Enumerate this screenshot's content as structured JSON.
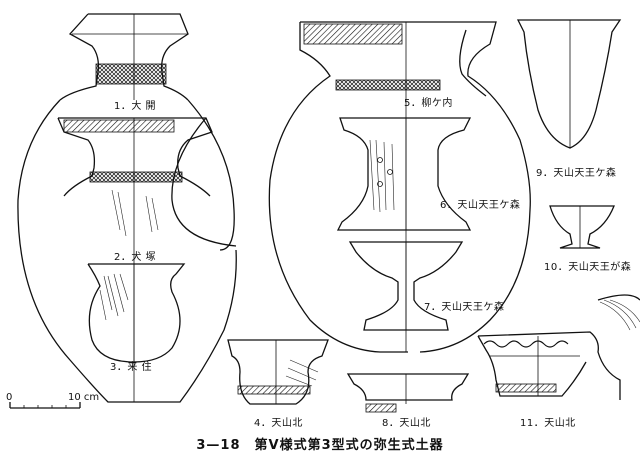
{
  "figure": {
    "caption": "3—18　第Ⅴ様式第3型式の弥生式土器"
  },
  "scale": {
    "start_label": "0",
    "end_label": "10 cm"
  },
  "vessels": [
    {
      "label": "1．大 開"
    },
    {
      "label": "2．犬 塚"
    },
    {
      "label": "3．来 住"
    },
    {
      "label": "4．天山北"
    },
    {
      "label": "5．柳ケ内"
    },
    {
      "label": "6．天山天王ケ森"
    },
    {
      "label": "7．天山天王ケ森"
    },
    {
      "label": "8．天山北"
    },
    {
      "label": "9．天山天王ケ森"
    },
    {
      "label": "10．天山天王が森"
    },
    {
      "label": "11．天山北"
    }
  ]
}
